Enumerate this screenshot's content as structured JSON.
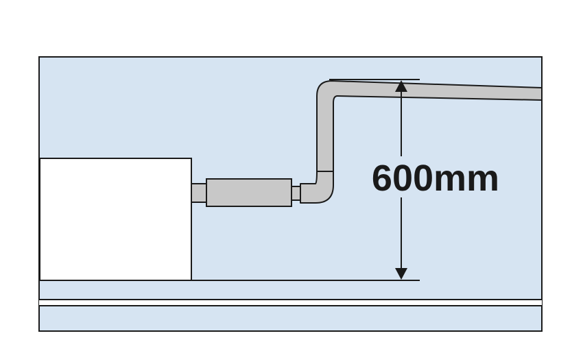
{
  "dimension": {
    "label": "600mm"
  },
  "colors": {
    "wall": "#d6e4f2",
    "outline": "#1a1a1a",
    "unit_fill": "#ffffff",
    "pipe_fill": "#c8c8c8",
    "page_bg": "#ffffff"
  },
  "elements": {
    "unit": "indoor-unit",
    "connector": "pipe-coupling",
    "drain_pipe": "drain-pipe",
    "elbow": "pipe-elbow",
    "arrow": "dimension-arrow"
  }
}
